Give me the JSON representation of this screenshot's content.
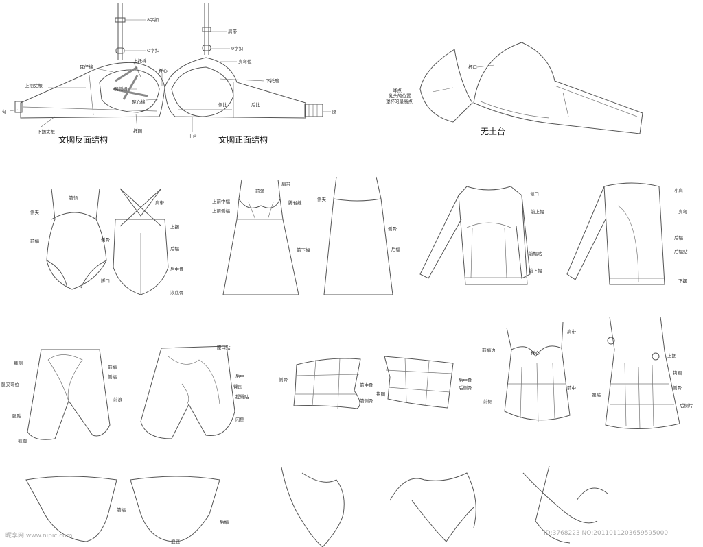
{
  "bra_back": {
    "caption": "文胸反面结构",
    "labels": {
      "buckle8": "8字扣",
      "ring": "O字扣",
      "ear": "耳仔棉",
      "upper_pad": "上托棉",
      "center": "脊心",
      "upper_band": "上捆丈根",
      "side_pad": "碗侧棉",
      "cup_center": "碗心棉",
      "hook": "勾",
      "lower_band": "下捆丈根",
      "wire": "托圈"
    }
  },
  "bra_front": {
    "caption": "文胸正面结构",
    "labels": {
      "strap": "肩带",
      "buckle9": "9字扣",
      "ring_pos": "夹弯位",
      "lower_pad": "下托碗",
      "side": "侧比",
      "back": "后比",
      "loop": "圈",
      "gore": "土台"
    }
  },
  "bra_nogore": {
    "caption": "无土台",
    "labels": {
      "cup_edge": "杯口",
      "apex": "峰点",
      "apex_note1": "乳头的位置",
      "apex_note2": "罩杯的最高点"
    }
  },
  "bodysuit": {
    "labels": {
      "front_neck": "前领",
      "armhole": "侧夹",
      "front_panel": "前幅",
      "side_seam": "侧骨",
      "leg": "脚口",
      "strap": "肩带",
      "upper_band": "上捆",
      "back_panel": "后幅",
      "back_center": "后中骨",
      "gusset": "浪底骨"
    }
  },
  "slip": {
    "labels": {
      "strap": "肩带",
      "front_neck": "前领",
      "upper_front_center": "上前中幅",
      "upper_front_side": "上前侧幅",
      "dart": "脚省缝",
      "lower_front": "前下幅",
      "armhole": "侧夹",
      "side_seam": "侧骨",
      "back_panel": "后幅"
    }
  },
  "longsleeve": {
    "labels": {
      "neck": "领口",
      "upper_front": "前上幅",
      "front_patch": "前幅贴",
      "lower_front": "前下幅",
      "shoulder": "小肩",
      "armhole": "夹弯",
      "back_panel": "后幅",
      "back_patch": "后幅贴",
      "hem": "下摆"
    }
  },
  "shorts": {
    "labels": {
      "leg_side": "裤侧",
      "front_panel": "前幅",
      "side_seam": "侧幅",
      "crotch_pos": "腿夹弯位",
      "front_rise": "前浪",
      "thigh_patch": "腿贴",
      "hem": "裤脚",
      "waist_patch": "腰口贴",
      "back_center": "后中",
      "hip": "臀围",
      "hip_lift": "提臀贴",
      "inner_side": "内侧"
    }
  },
  "corset": {
    "labels": {
      "side_seam": "侧骨",
      "front_center_bone": "前中骨",
      "front_side_bone": "前侧骨",
      "hook_band": "钩圈",
      "back_center_bone": "后中骨",
      "back_side_bone": "后侧骨"
    }
  },
  "bustier": {
    "labels": {
      "strap": "肩带",
      "front_edge": "前幅边",
      "center": "脊心",
      "front_center": "前中",
      "front_side": "前侧",
      "upper_band": "上捆",
      "hook_band": "钩圈",
      "side_seam": "侧骨",
      "waist_patch": "腰贴",
      "back_side": "后侧片"
    }
  },
  "brief": {
    "labels": {
      "front": "前幅",
      "gusset": "浪底",
      "back": "后幅"
    }
  },
  "watermark": {
    "site": "昵享网 www.nipic.com",
    "id": "ID:3768223 NO:20110112036595950​00"
  }
}
